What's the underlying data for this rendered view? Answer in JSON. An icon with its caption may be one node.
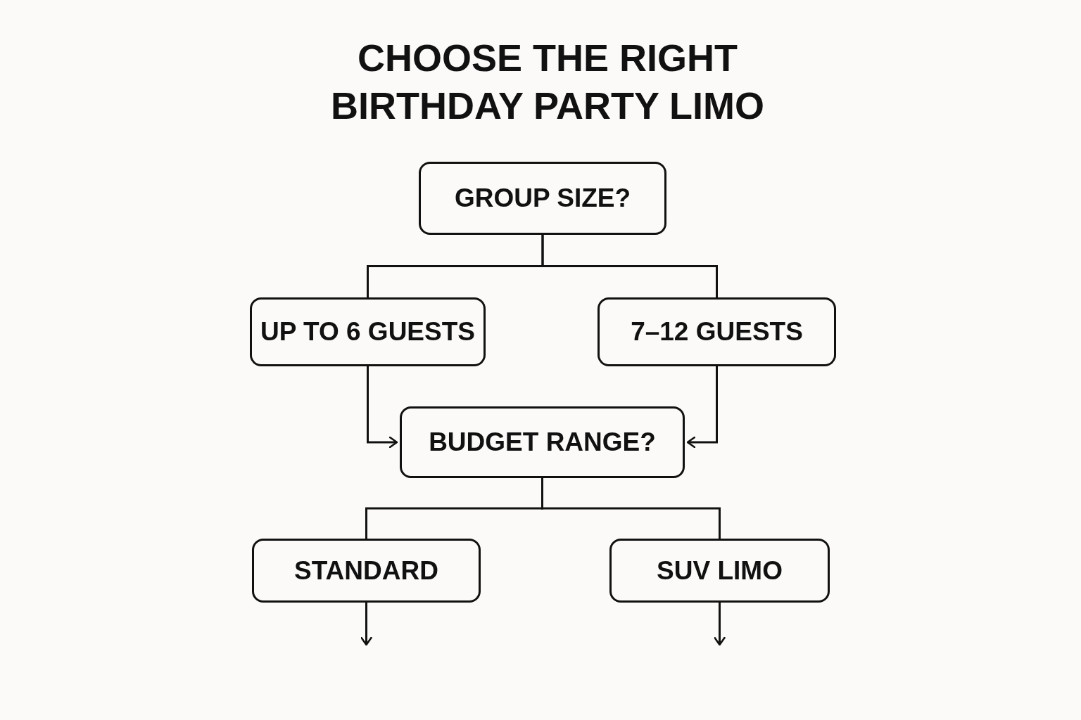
{
  "diagram": {
    "title": "CHOOSE THE RIGHT BIRTHDAY PARTY LIMO",
    "nodes": [
      {
        "text": [
          "GROUP SIZE?"
        ]
      },
      {
        "text": [
          "UP TO 6 GUESTS"
        ]
      },
      {
        "text": [
          "7–12 GUESTS"
        ]
      },
      {
        "text": [
          "BUDGET RANGE?"
        ]
      },
      {
        "text": [
          "STANDARD"
        ]
      },
      {
        "text": [
          "SUV LIMO"
        ]
      }
    ],
    "edges": [
      {
        "from": 0,
        "to": 1,
        "arrow": "none"
      },
      {
        "from": 0,
        "to": 2,
        "arrow": "none"
      },
      {
        "from": 1,
        "to": 3,
        "arrow": "to"
      },
      {
        "from": 2,
        "to": 3,
        "arrow": "to"
      },
      {
        "from": 3,
        "to": 4,
        "arrow": "none"
      },
      {
        "from": 3,
        "to": 5,
        "arrow": "none"
      },
      {
        "from": 4,
        "to": null,
        "arrow": "to"
      },
      {
        "from": 5,
        "to": null,
        "arrow": "to"
      }
    ]
  }
}
